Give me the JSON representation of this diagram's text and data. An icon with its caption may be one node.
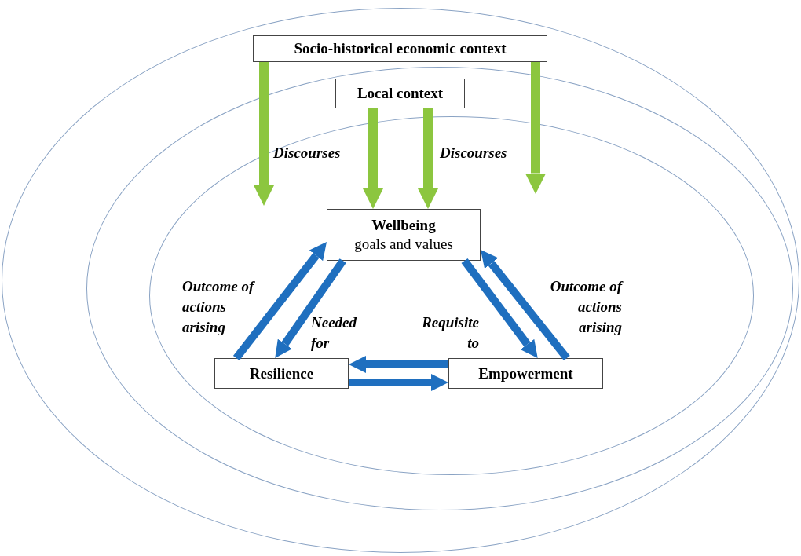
{
  "diagram": {
    "nodes": [
      {
        "text": [],
        "shape": "ellipse"
      },
      {
        "text": [],
        "shape": "ellipse",
        "in": 0
      },
      {
        "text": [],
        "shape": "ellipse",
        "in": 1
      },
      {
        "text": [
          "Socio-historical economic context"
        ],
        "in": 0
      },
      {
        "text": [
          "Local context"
        ],
        "in": 1
      },
      {
        "text": [
          "Wellbeing",
          "goals and values"
        ],
        "in": 2
      },
      {
        "text": [
          "Resilience"
        ],
        "in": 2
      },
      {
        "text": [
          "Empowerment"
        ],
        "in": 2
      }
    ],
    "edges": [
      {
        "from": 3,
        "to": null,
        "arrow": "to",
        "label": "Discourses",
        "color": "#8cc63f"
      },
      {
        "from": 4,
        "to": 5,
        "arrow": "to",
        "color": "#8cc63f"
      },
      {
        "from": 4,
        "to": 5,
        "arrow": "to",
        "color": "#8cc63f"
      },
      {
        "from": 3,
        "to": null,
        "arrow": "to",
        "label": "Discourses",
        "color": "#8cc63f"
      },
      {
        "from": 6,
        "to": 5,
        "arrow": "to",
        "label": "Outcome of actions arising"
      },
      {
        "from": 5,
        "to": 6,
        "arrow": "to",
        "label": "Needed for"
      },
      {
        "from": 5,
        "to": 7,
        "arrow": "to",
        "label": "Requisite to"
      },
      {
        "from": 7,
        "to": 5,
        "arrow": "to",
        "label": "Outcome of actions arising"
      },
      {
        "from": 7,
        "to": 6,
        "arrow": "to"
      },
      {
        "from": 6,
        "to": 7,
        "arrow": "to"
      }
    ]
  }
}
